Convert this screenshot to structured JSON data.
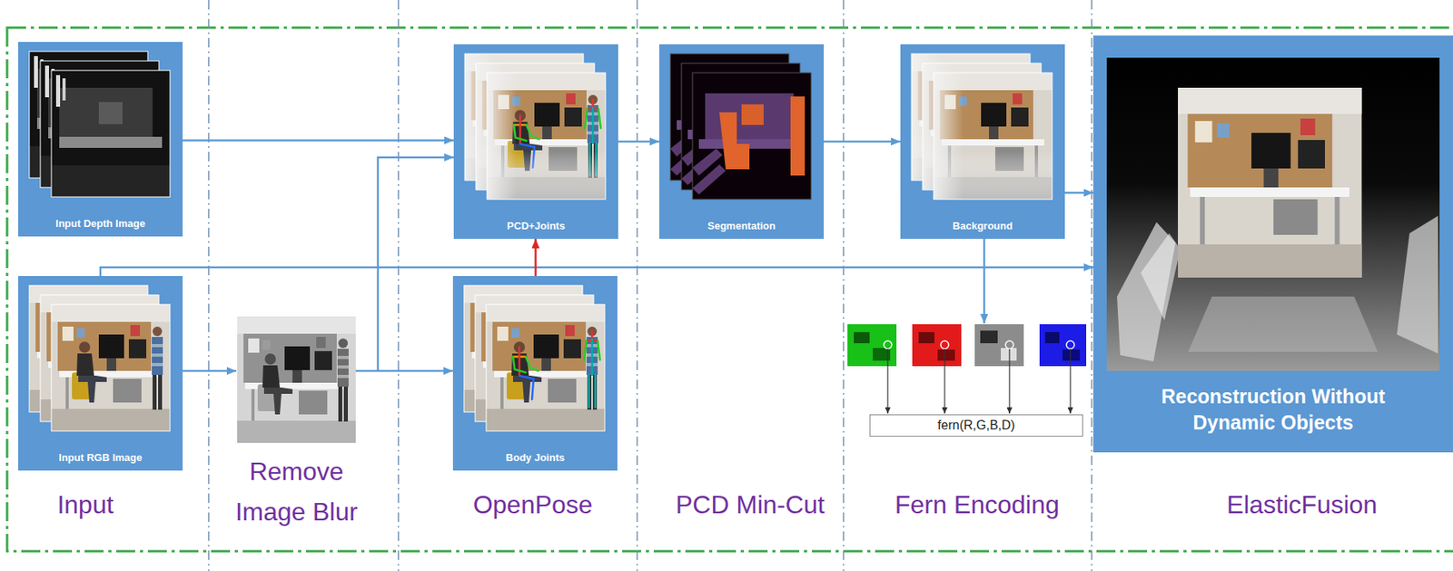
{
  "diagram": {
    "nodes": [
      {
        "text": [
          "Input Depth Image"
        ]
      },
      {
        "text": [
          "Input RGB Image"
        ]
      },
      {
        "text": [
          "PCD+Joints"
        ]
      },
      {
        "text": [
          "Body Joints"
        ]
      },
      {
        "text": [
          "Segmentation"
        ]
      },
      {
        "text": [
          "Background"
        ]
      },
      {
        "text": [
          "fern(R,G,B,D)"
        ]
      },
      {
        "text": [
          "Reconstruction Without Dynamic Objects"
        ]
      }
    ],
    "edges": [
      {
        "from": 0,
        "to": 2,
        "arrow": "to"
      },
      {
        "from": 1,
        "to": 7,
        "arrow": "to"
      },
      {
        "from": 3,
        "to": 2,
        "arrow": "to"
      },
      {
        "from": 2,
        "to": 4,
        "arrow": "to"
      },
      {
        "from": 4,
        "to": 5,
        "arrow": "to"
      },
      {
        "from": 5,
        "to": 7,
        "arrow": "to"
      }
    ],
    "labels": [
      "Input",
      "Remove Image Blur",
      "OpenPose",
      "PCD Min-Cut",
      "Fern Encoding",
      "ElasticFusion"
    ]
  }
}
